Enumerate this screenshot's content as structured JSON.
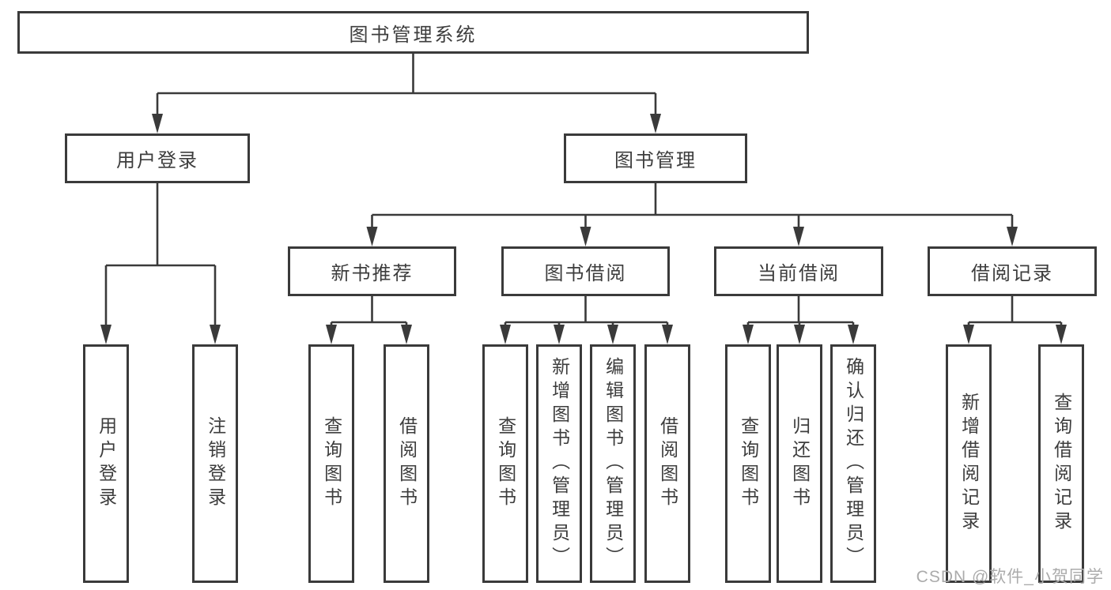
{
  "colors": {
    "line": "#3a3a3a",
    "text": "#3d3d3d",
    "watermark": "#ababab",
    "background": "#ffffff"
  },
  "tree": {
    "root": {
      "label": "图书管理系统",
      "children": [
        {
          "label": "用户登录",
          "children": [
            {
              "label": "用户登录"
            },
            {
              "label": "注销登录"
            }
          ]
        },
        {
          "label": "图书管理",
          "children": [
            {
              "label": "新书推荐",
              "children": [
                {
                  "label": "查询图书"
                },
                {
                  "label": "借阅图书"
                }
              ]
            },
            {
              "label": "图书借阅",
              "children": [
                {
                  "label": "查询图书"
                },
                {
                  "label": "新增图书（管理员）"
                },
                {
                  "label": "编辑图书（管理员）"
                },
                {
                  "label": "借阅图书"
                }
              ]
            },
            {
              "label": "当前借阅",
              "children": [
                {
                  "label": "查询图书"
                },
                {
                  "label": "归还图书"
                },
                {
                  "label": "确认归还（管理员）"
                }
              ]
            },
            {
              "label": "借阅记录",
              "children": [
                {
                  "label": "新增借阅记录"
                },
                {
                  "label": "查询借阅记录"
                }
              ]
            }
          ]
        }
      ]
    }
  },
  "watermark": {
    "text": "CSDN @软件_小贺同学"
  }
}
